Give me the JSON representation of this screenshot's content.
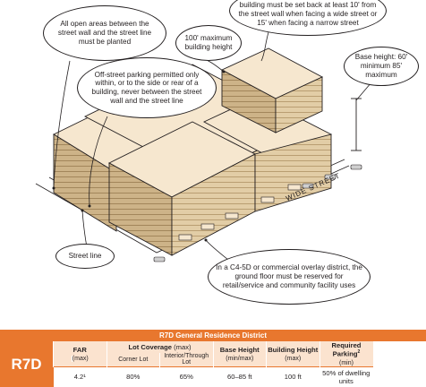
{
  "callouts": {
    "open_areas": "All open areas between the street wall and the street line must be planted",
    "setback": "building must be set back at least 10' from the street wall when facing a wide street or 15' when facing a narrow street",
    "max_height": "100' maximum building height",
    "base_height": "Base height: 60' minimum 85' maximum",
    "parking": "Off-street parking permitted only within, or to the side or rear of a building, never between the street wall and the street line",
    "street_line": "Street line",
    "ground_floor": "In a C4-5D or commercial overlay district, the ground floor must be reserved for retail/service and community facility uses"
  },
  "street_label": "WIDE STREET",
  "table": {
    "title": "R7D General Residence District",
    "zone": "R7D",
    "far_label": "FAR",
    "far_sub": "(max)",
    "lot_coverage_label": "Lot Coverage",
    "lot_coverage_sub": "(max)",
    "corner_lot": "Corner Lot",
    "interior_lot": "Interior/Through Lot",
    "base_height_label": "Base Height",
    "base_height_sub": "(min/max)",
    "building_height_label": "Building Height",
    "building_height_sub": "(max)",
    "parking_label": "Required Parking",
    "parking_sup": "2",
    "parking_sub": "(min)",
    "row": {
      "far": "4.2¹",
      "corner": "80%",
      "interior": "65%",
      "base": "60–85 ft",
      "height": "100 ft",
      "parking": "50% of dwelling units"
    }
  },
  "colors": {
    "accent": "#e8772e",
    "header_fill": "#fbe3cf",
    "building_top": "#f6e7cf",
    "building_face": "#e2cda6",
    "building_side": "#cdb388"
  }
}
